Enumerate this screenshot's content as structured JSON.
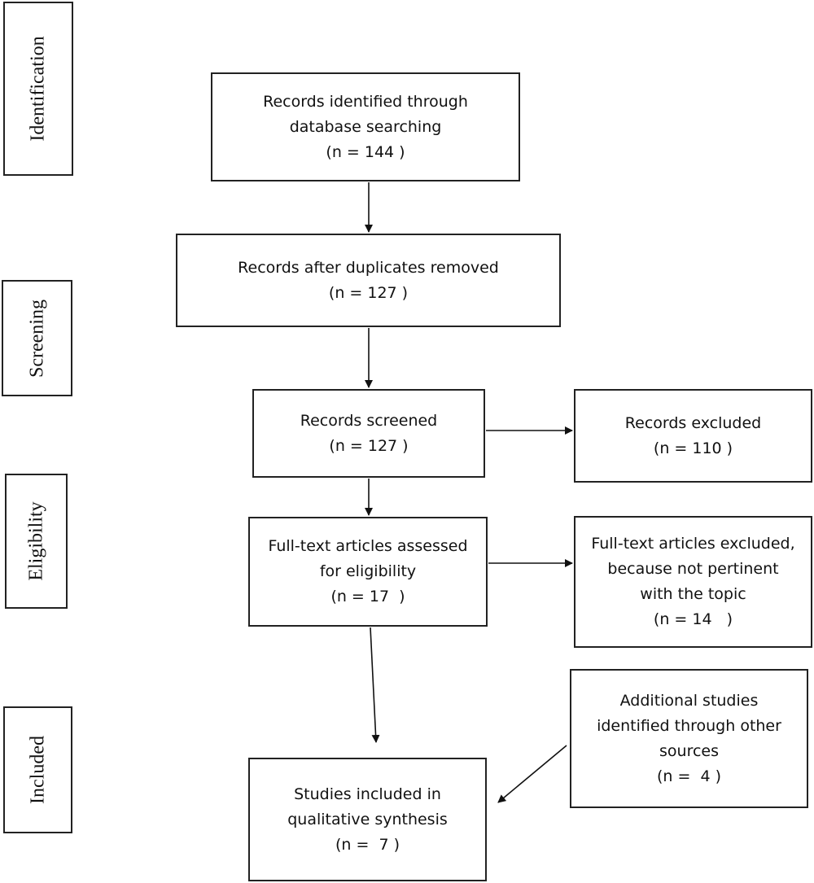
{
  "stages": {
    "identification": "Identification",
    "screening": "Screening",
    "eligibility": "Eligibility",
    "included": "Included"
  },
  "boxes": {
    "identified": {
      "line1": "Records identified through",
      "line2": "database searching",
      "count": "(n = 144 )"
    },
    "deduplicated": {
      "line1": "Records after duplicates removed",
      "count": "(n = 127 )"
    },
    "screened": {
      "line1": "Records screened",
      "count": "(n = 127 )"
    },
    "excluded": {
      "line1": "Records excluded",
      "count": "(n = 110 )"
    },
    "fulltext_assessed": {
      "line1": "Full-text articles assessed",
      "line2": "for eligibility",
      "count": "(n = 17  )"
    },
    "fulltext_excluded": {
      "line1": "Full-text articles excluded,",
      "line2": "because not pertinent",
      "line3": "with the topic",
      "count": "(n = 14   )"
    },
    "additional": {
      "line1": "Additional studies",
      "line2": "identified through other",
      "line3": "sources",
      "count": "(n =  4 )"
    },
    "included_studies": {
      "line1": "Studies included in",
      "line2": "qualitative synthesis",
      "count": "(n =  7 )"
    }
  }
}
